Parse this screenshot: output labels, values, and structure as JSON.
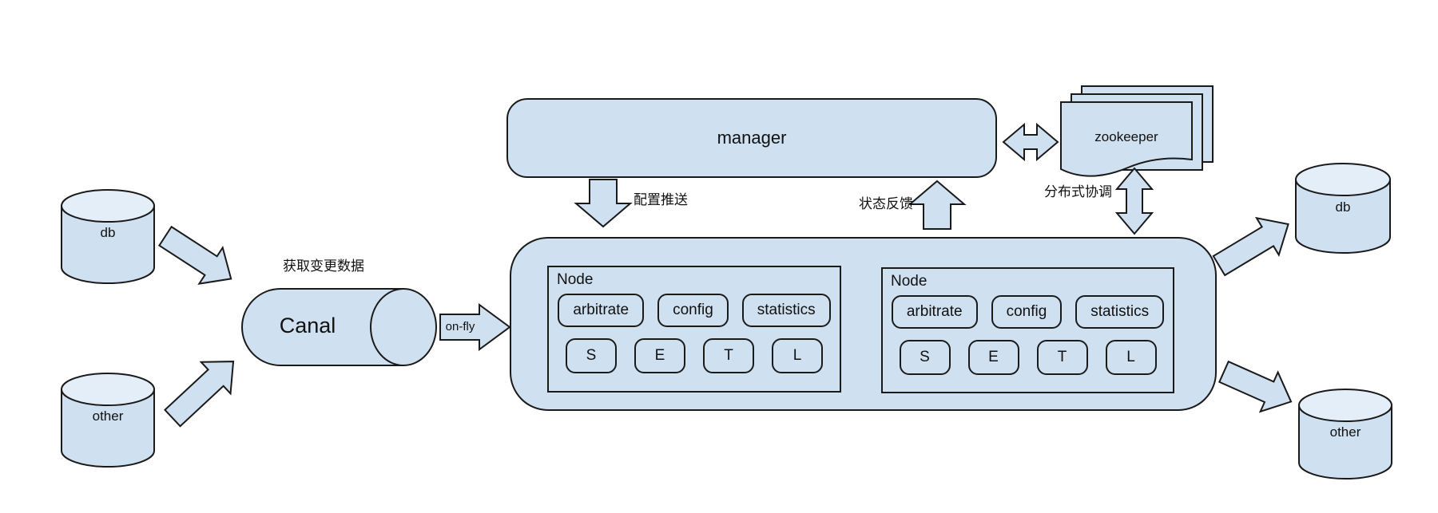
{
  "colors": {
    "fill": "#cfe0f1",
    "fill_light": "#e4eef8",
    "stroke": "#1a1a1a",
    "background": "#ffffff"
  },
  "sources": [
    {
      "label": "db"
    },
    {
      "label": "other"
    }
  ],
  "targets": [
    {
      "label": "db"
    },
    {
      "label": "other"
    }
  ],
  "canal": {
    "label": "Canal",
    "caption": "获取变更数据"
  },
  "onfly": {
    "label": "on-fly"
  },
  "manager": {
    "label": "manager"
  },
  "zookeeper": {
    "label": "zookeeper"
  },
  "flow_labels": {
    "config_push": "配置推送",
    "status_feedback": "状态反馈",
    "distributed_coordination": "分布式协调"
  },
  "nodes": [
    {
      "title": "Node",
      "modules": [
        "arbitrate",
        "config",
        "statistics"
      ],
      "stages": [
        "S",
        "E",
        "T",
        "L"
      ]
    },
    {
      "title": "Node",
      "modules": [
        "arbitrate",
        "config",
        "statistics"
      ],
      "stages": [
        "S",
        "E",
        "T",
        "L"
      ]
    }
  ]
}
